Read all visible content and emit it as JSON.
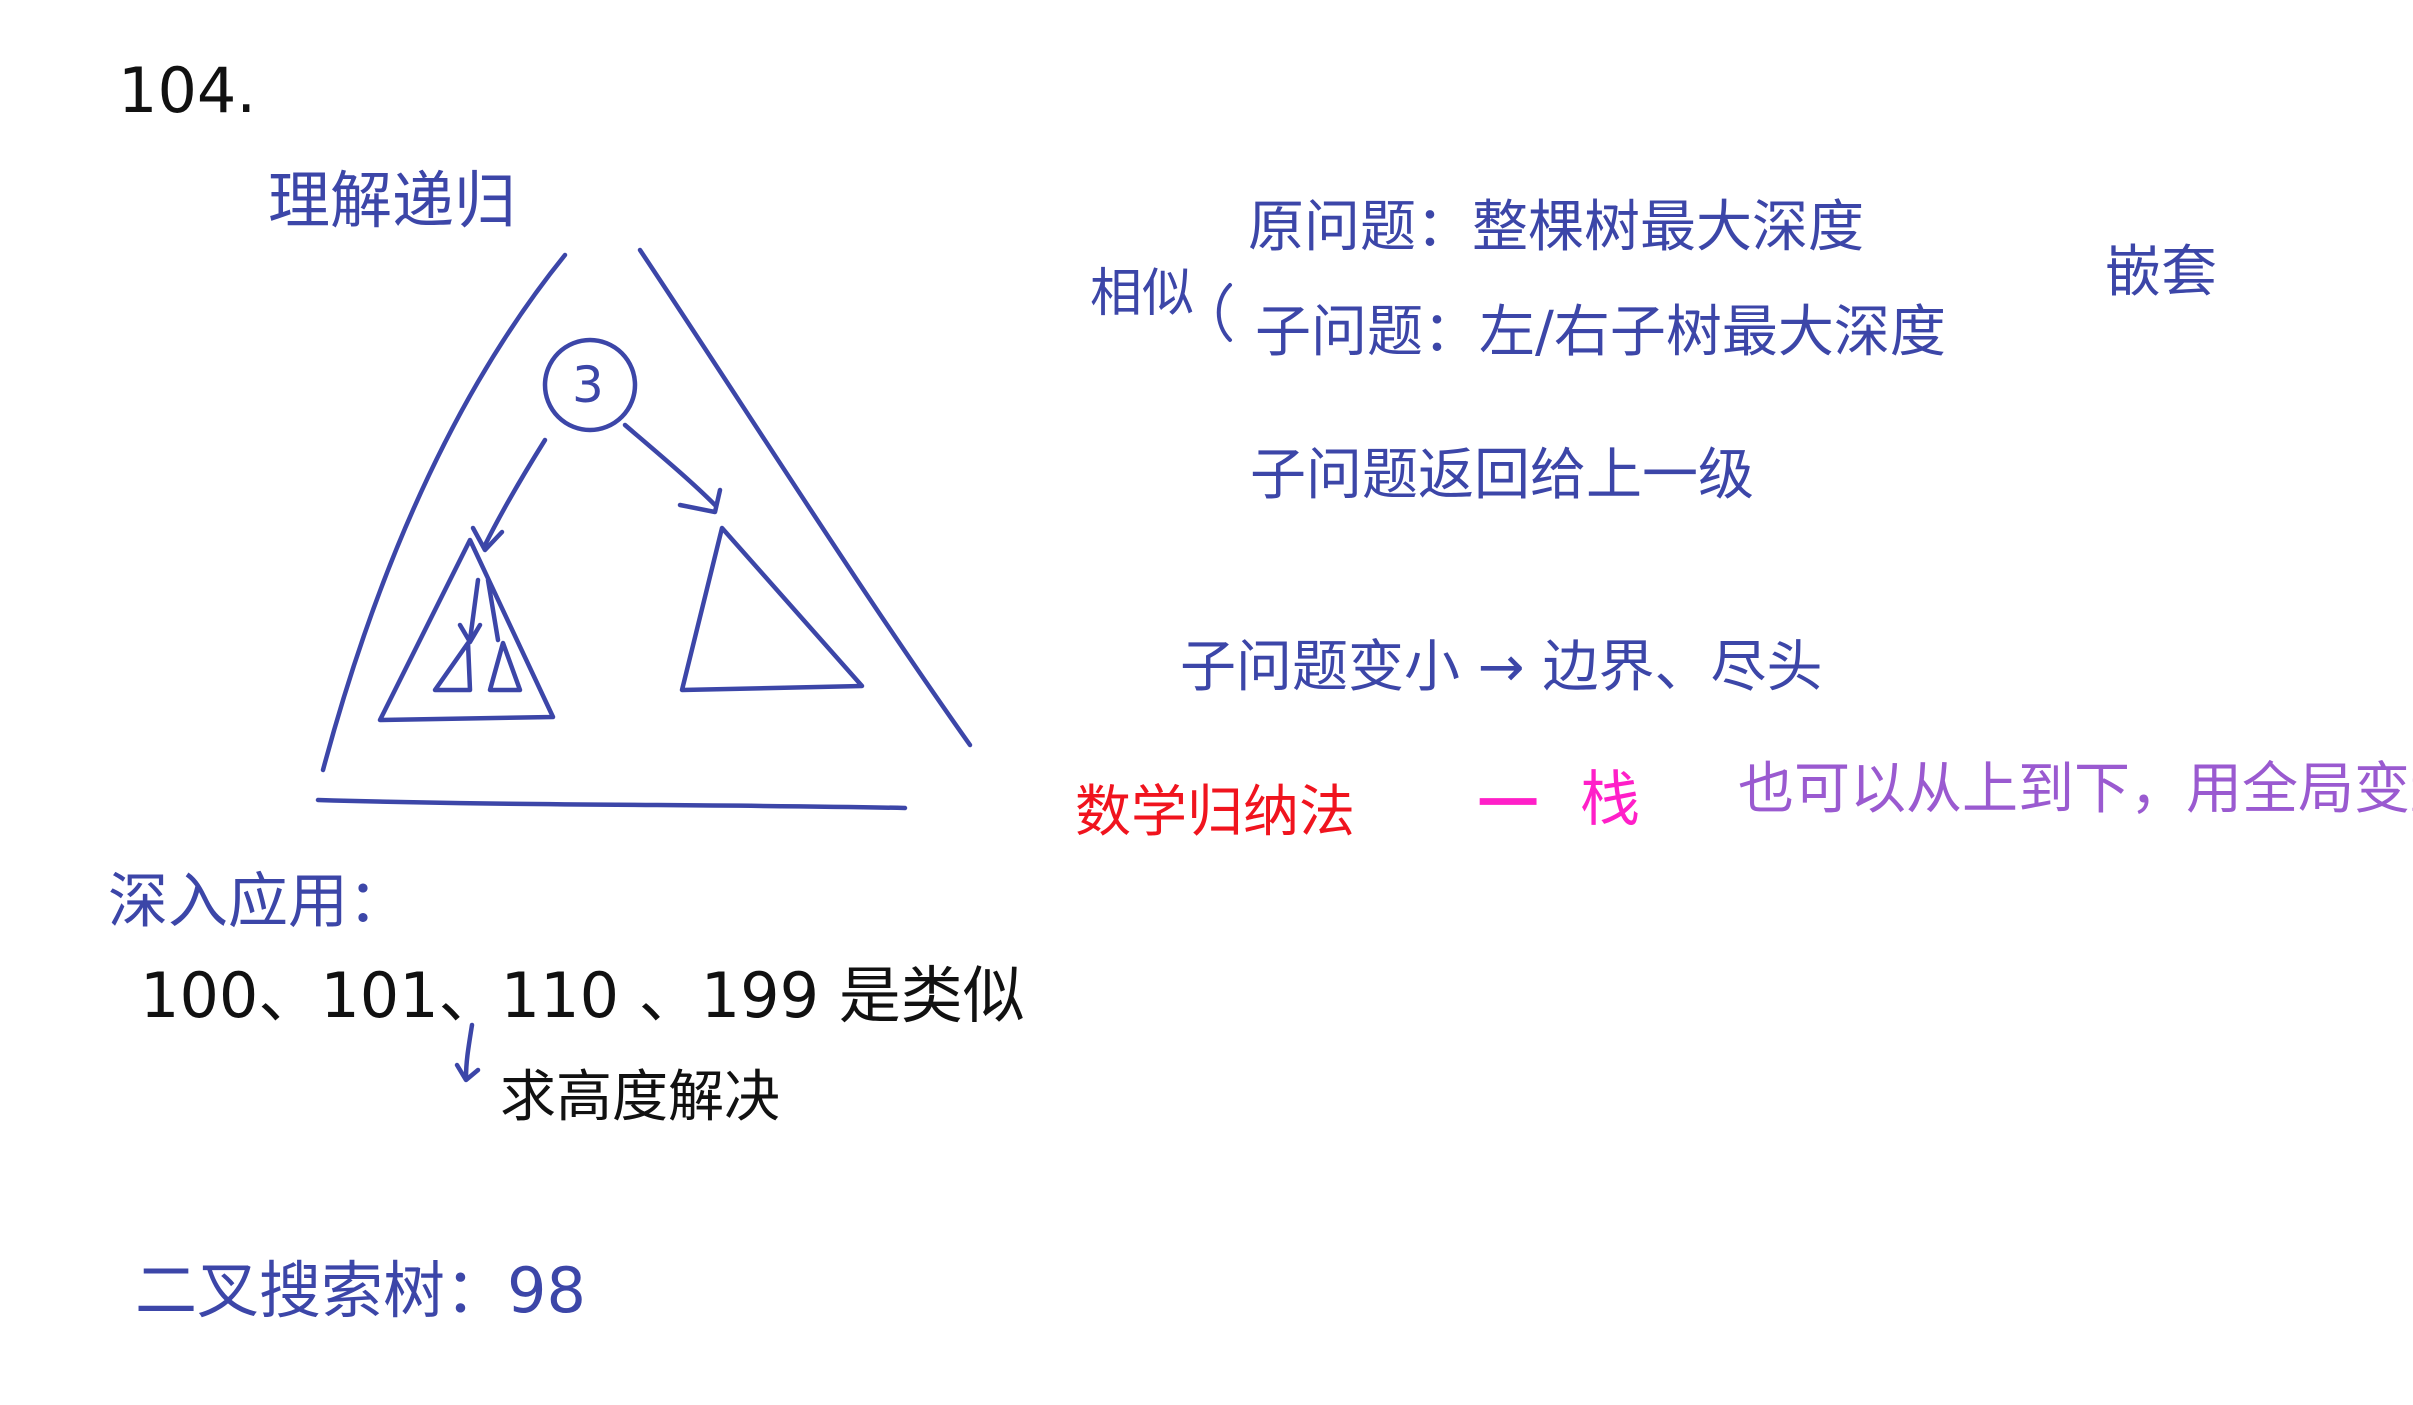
{
  "notes": {
    "problem_number": "104.",
    "title": "理解递归",
    "node_value": "3",
    "similar_label": "相似",
    "original_problem": "原问题：整棵树最大深度",
    "sub_problem": "子问题：左/右子树最大深度",
    "nesting": "嵌套",
    "sub_return": "子问题返回给上一级",
    "sub_smaller": "子问题变小 → 边界、尽头",
    "math_induction": "数学归纳法",
    "dash": "一",
    "stack": "栈",
    "top_down": "也可以从上到下，用全局变量算",
    "deep_apply": "深入应用：",
    "problems": "100、101、110 、199 是类似",
    "height_solve": "求高度解决",
    "bst": "二叉搜索树：98"
  },
  "colors": {
    "ink_blue": "#3c46a8",
    "ink_black": "#111111",
    "ink_red": "#f0141e",
    "ink_pink": "#ff1fc8",
    "ink_purple": "#9a5ad0"
  }
}
